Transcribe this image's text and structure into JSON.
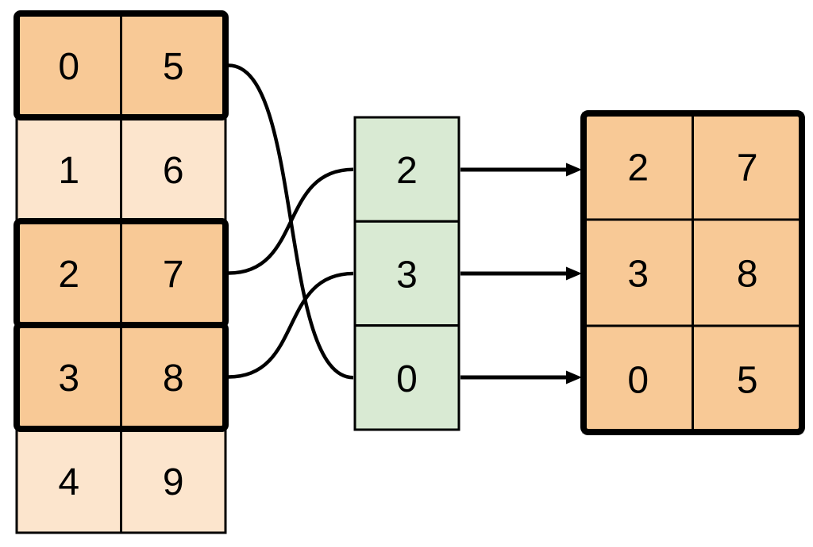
{
  "source_table": {
    "rows": [
      {
        "cells": [
          "0",
          "5"
        ],
        "highlighted": true
      },
      {
        "cells": [
          "1",
          "6"
        ],
        "highlighted": false
      },
      {
        "cells": [
          "2",
          "7"
        ],
        "highlighted": true
      },
      {
        "cells": [
          "3",
          "8"
        ],
        "highlighted": true
      },
      {
        "cells": [
          "4",
          "9"
        ],
        "highlighted": false
      }
    ]
  },
  "index_column": {
    "cells": [
      "2",
      "3",
      "0"
    ]
  },
  "result_table": {
    "rows": [
      {
        "cells": [
          "2",
          "7"
        ]
      },
      {
        "cells": [
          "3",
          "8"
        ]
      },
      {
        "cells": [
          "0",
          "5"
        ]
      }
    ]
  },
  "connections": {
    "curves": [
      {
        "from_source_row": 0,
        "to_index_position": 2
      },
      {
        "from_source_row": 2,
        "to_index_position": 0
      },
      {
        "from_source_row": 3,
        "to_index_position": 1
      }
    ],
    "arrows": [
      {
        "from_index_position": 0,
        "to_result_row": 0
      },
      {
        "from_index_position": 1,
        "to_result_row": 1
      },
      {
        "from_index_position": 2,
        "to_result_row": 2
      }
    ]
  },
  "colors": {
    "highlight_fill": "#F8C996",
    "muted_fill": "#FCE5CD",
    "index_fill": "#D9EAD3",
    "line": "#000000",
    "background": "#FFFFFF"
  }
}
